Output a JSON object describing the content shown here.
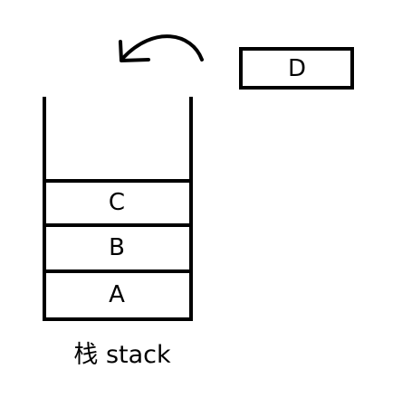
{
  "incoming": {
    "label": "D"
  },
  "stack": {
    "items_bottom_to_top": [
      "A",
      "B",
      "C"
    ]
  },
  "caption": "栈 stack",
  "colors": {
    "stroke": "#000000",
    "background": "#ffffff"
  }
}
